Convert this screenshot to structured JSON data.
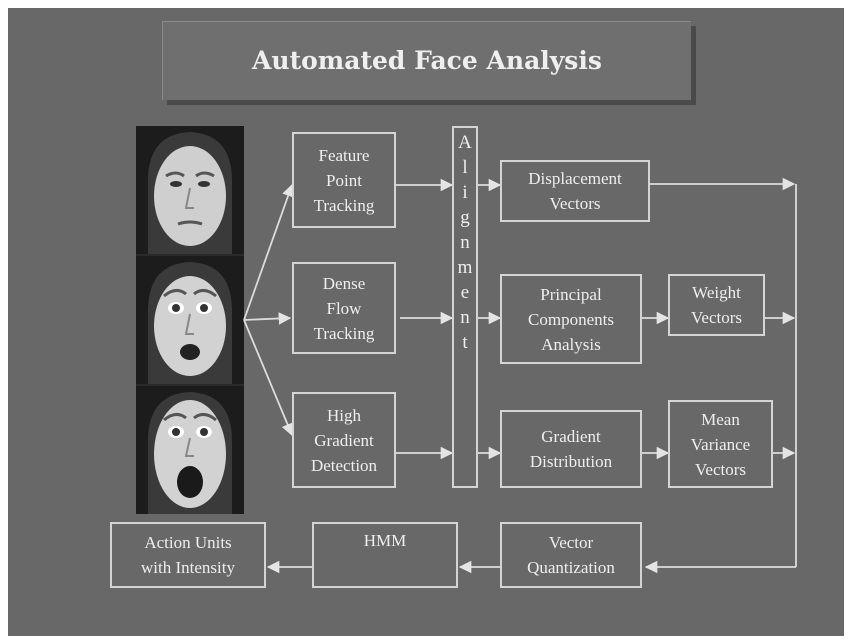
{
  "title": "Automated Face Analysis",
  "photos": [
    {
      "name": "neutral-face"
    },
    {
      "name": "surprised-face"
    },
    {
      "name": "shocked-face"
    }
  ],
  "boxes": {
    "feature_point": "Feature\nPoint\nTracking",
    "dense_flow": "Dense\nFlow\nTracking",
    "high_gradient": "High\nGradient\nDetection",
    "alignment": [
      "A",
      "l",
      "i",
      "g",
      "n",
      "m",
      "e",
      "n",
      "t"
    ],
    "displacement": "Displacement\nVectors",
    "pca": "Principal\nComponents\nAnalysis",
    "weight": "Weight\nVectors",
    "gradient_dist": "Gradient\nDistribution",
    "mean_variance": "Mean\nVariance\nVectors",
    "vector_quant": "Vector\nQuantization",
    "hmm": "HMM",
    "action_units": "Action Units\nwith Intensity"
  }
}
